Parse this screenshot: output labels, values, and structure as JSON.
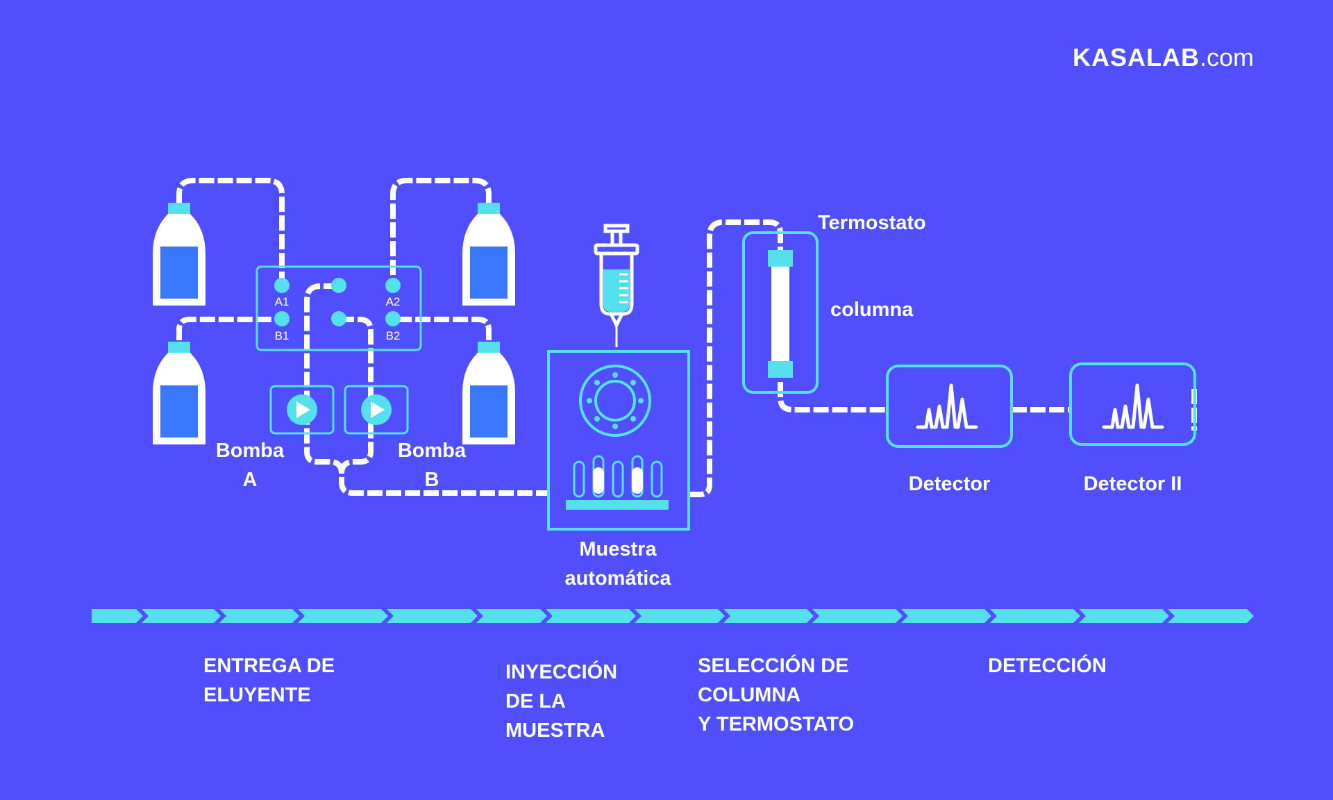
{
  "brand": {
    "name": "KASALAB",
    "suffix": ".com"
  },
  "ports": {
    "a1": "A1",
    "a2": "A2",
    "b1": "B1",
    "b2": "B2"
  },
  "labels": {
    "pump_a": "Bomba\nA",
    "pump_b": "Bomba\nB",
    "autosampler": "Muestra\nautomática",
    "thermostat": "Termostato",
    "column": "columna",
    "detector_1": "Detector",
    "detector_2": "Detector II"
  },
  "stages": [
    {
      "label": "ENTREGA DE\nELUYENTE"
    },
    {
      "label": "INYECCIÓN\nDE LA\nMUESTRA"
    },
    {
      "label": "SELECCIÓN DE\nCOLUMNA\nY TERMOSTATO"
    },
    {
      "label": "DETECCIÓN"
    }
  ],
  "colors": {
    "background": "#4f4ffd",
    "accent": "#55e0ee",
    "liquid": "#3a78fb",
    "line": "#ffffff"
  }
}
